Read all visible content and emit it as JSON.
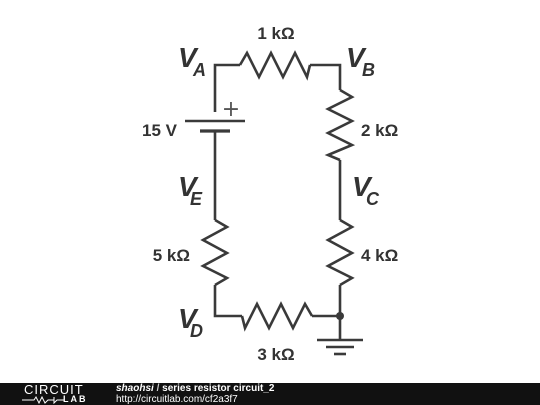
{
  "diagram": {
    "nodes": {
      "va": {
        "letter": "V",
        "sub": "A"
      },
      "vb": {
        "letter": "V",
        "sub": "B"
      },
      "vc": {
        "letter": "V",
        "sub": "C"
      },
      "vd": {
        "letter": "V",
        "sub": "D"
      },
      "ve": {
        "letter": "V",
        "sub": "E"
      }
    },
    "components": {
      "r1": "1 kΩ",
      "r2": "2 kΩ",
      "r3": "3 kΩ",
      "r4": "4 kΩ",
      "r5": "5 kΩ",
      "source": "15 V",
      "source_polarity": "+"
    }
  },
  "footer": {
    "logo_top": "CIRCUIT",
    "logo_bottom": "LAB",
    "author": "shaohsi",
    "separator": "/",
    "title": "series resistor circuit_2",
    "url": "http://circuitlab.com/cf2a3f7"
  }
}
